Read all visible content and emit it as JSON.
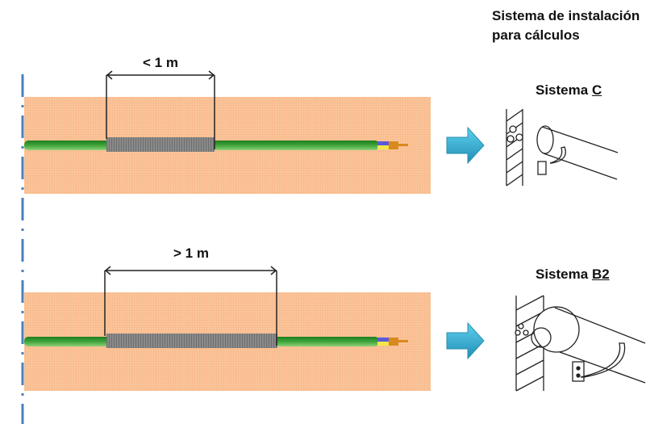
{
  "header": {
    "line1": "Sistema de instalación",
    "line2": "para cálculos"
  },
  "scenarios": [
    {
      "length_label": "< 1 m",
      "system_prefix": "Sistema ",
      "system_code": "C",
      "conduit": "short protective tube",
      "arrow_icon": "right-arrow-icon"
    },
    {
      "length_label": "> 1 m",
      "system_prefix": "Sistema ",
      "system_code": "B2",
      "conduit": "long protective tube",
      "arrow_icon": "right-arrow-icon"
    }
  ],
  "colors": {
    "soil": "#fbc59a",
    "cable": "#3fa53a",
    "tube": "#8a8a8a",
    "axis": "#4a7fc1",
    "arrow": "#3ab3d6"
  }
}
